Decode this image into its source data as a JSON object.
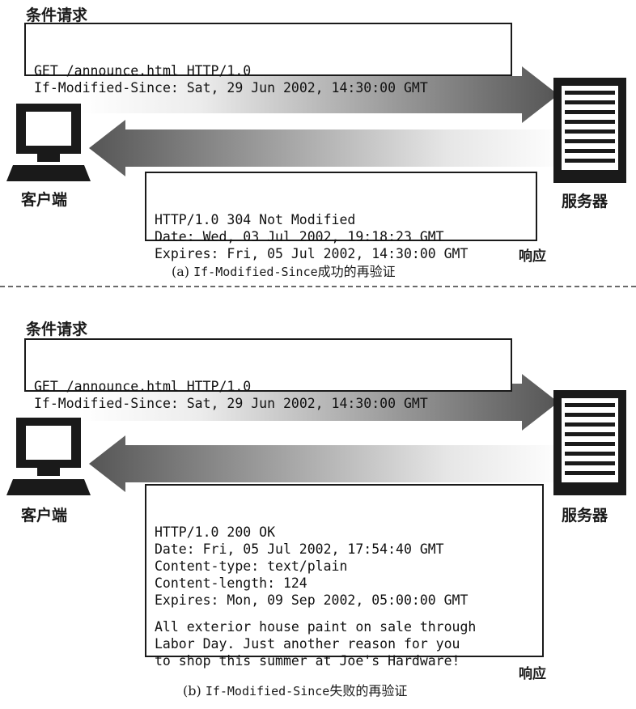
{
  "panel_a": {
    "request_label": "条件请求",
    "request_lines": [
      "GET /announce.html HTTP/1.0",
      "If-Modified-Since: Sat, 29 Jun 2002, 14:30:00 GMT"
    ],
    "client_label": "客户端",
    "server_label": "服务器",
    "response_lines": [
      "HTTP/1.0 304 Not Modified",
      "Date: Wed, 03 Jul 2002, 19:18:23 GMT",
      "Expires: Fri, 05 Jul 2002, 14:30:00 GMT"
    ],
    "response_label": "响应",
    "caption_prefix": "(a) ",
    "caption_mono": "If-Modified-Since",
    "caption_suffix": "成功的再验证"
  },
  "panel_b": {
    "request_label": "条件请求",
    "request_lines": [
      "GET /announce.html HTTP/1.0",
      "If-Modified-Since: Sat, 29 Jun 2002, 14:30:00 GMT"
    ],
    "client_label": "客户端",
    "server_label": "服务器",
    "response_lines": [
      "HTTP/1.0 200 OK",
      "Date: Fri, 05 Jul 2002, 17:54:40 GMT",
      "Content-type: text/plain",
      "Content-length: 124",
      "Expires: Mon, 09 Sep 2002, 05:00:00 GMT"
    ],
    "response_body_lines": [
      "All exterior house paint on sale through",
      "Labor Day. Just another reason for you",
      "to shop this summer at Joe's Hardware!"
    ],
    "response_label": "响应",
    "caption_prefix": "(b) ",
    "caption_mono": "If-Modified-Since",
    "caption_suffix": "失败的再验证"
  },
  "icons": {
    "client": "computer-monitor-icon",
    "server": "server-tower-icon"
  },
  "colors": {
    "ink": "#1a1a1a",
    "arrow_dark": "#595959",
    "arrow_light": "#ffffff"
  }
}
